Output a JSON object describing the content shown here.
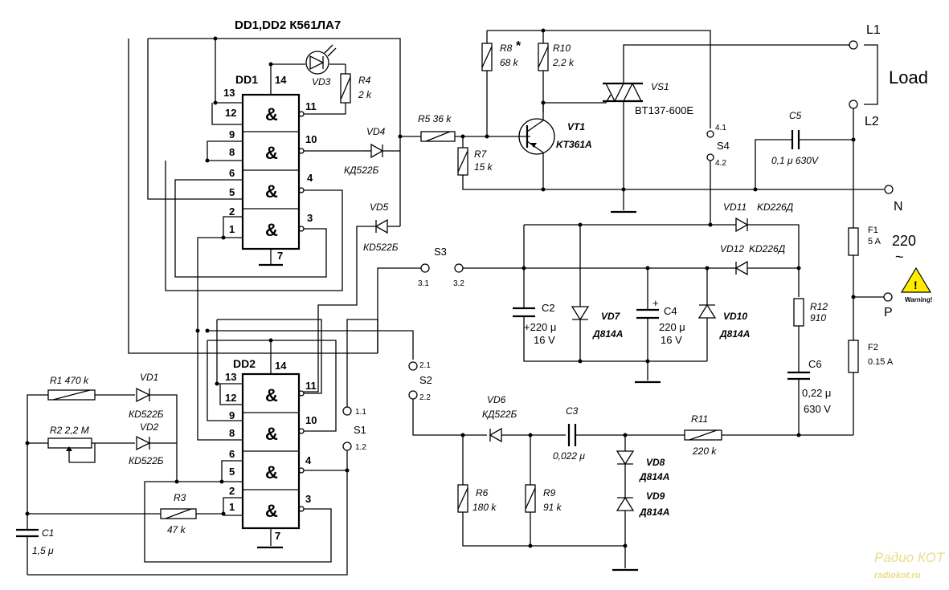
{
  "title": "DD1,DD2  К561ЛА7",
  "colors": {
    "ink": "#000000",
    "warning_fill": "#ffeb00",
    "watermark": "#e9dd8a"
  },
  "dd1": {
    "name": "DD1",
    "pins": [
      "13",
      "12",
      "9",
      "8",
      "6",
      "5",
      "2",
      "1",
      "11",
      "10",
      "4",
      "3",
      "14",
      "7"
    ],
    "gate_symbol": "&"
  },
  "dd2": {
    "name": "DD2",
    "pins": [
      "13",
      "12",
      "9",
      "8",
      "6",
      "5",
      "2",
      "1",
      "11",
      "10",
      "4",
      "3",
      "14",
      "7"
    ],
    "gate_symbol": "&"
  },
  "components": {
    "vd3": "VD3",
    "r4": "R4",
    "r4_val": "2 k",
    "vd4": "VD4",
    "vd4_type": "КД522Б",
    "vd5": "VD5",
    "vd5_type": "КD522Б",
    "r5": "R5  36 k",
    "r7": "R7",
    "r7_val": "15 k",
    "r8": "R8",
    "r8_mark": "*",
    "r8_val": "68 k",
    "r10": "R10",
    "r10_val": "2,2 k",
    "vt1": "VT1",
    "vt1_type": "KT361A",
    "vs1": "VS1",
    "vs1_type": "BT137-600E",
    "c5": "C5",
    "c5_val": "0,1 μ 630V",
    "s4": "S4",
    "s4_1": "4.1",
    "s4_2": "4.2",
    "vd11": "VD11",
    "vd11_type": "KD226Д",
    "vd12": "VD12",
    "vd12_type": "KD226Д",
    "s3": "S3",
    "s3_1": "3.1",
    "s3_2": "3.2",
    "c2": "C2",
    "c2_val": "+220 μ",
    "c2_v": "16 V",
    "vd7": "VD7",
    "vd7_type": "Д814А",
    "c4": "C4",
    "c4_plus": "+",
    "c4_val": "220 μ",
    "c4_v": "16 V",
    "vd10": "VD10",
    "vd10_type": "Д814А",
    "r12": "R12",
    "r12_val": "910",
    "c6": "C6",
    "c6_val": "0,22 μ",
    "c6_v": "630 V",
    "f1": "F1",
    "f1_val": "5 A",
    "f2": "F2",
    "f2_val": "0.15 A",
    "s2": "S2",
    "s2_1": "2.1",
    "s2_2": "2.2",
    "vd6": "VD6",
    "vd6_type": "КД522Б",
    "c3": "C3",
    "c3_val": "0,022 μ",
    "r11": "R11",
    "r11_val": "220 k",
    "vd8": "VD8",
    "vd8_type": "Д814А",
    "vd9": "VD9",
    "vd9_type": "Д814А",
    "r6": "R6",
    "r6_val": "180 k",
    "r9": "R9",
    "r9_val": "91 k",
    "r1": "R1  470 k",
    "vd1": "VD1",
    "vd1_type": "КD522Б",
    "r2": "R2  2,2 M",
    "vd2": "VD2",
    "vd2_type": "КD522Б",
    "r3": "R3",
    "r3_val": "47 k",
    "c1": "C1",
    "c1_val": "1,5 μ",
    "s1": "S1",
    "s1_1": "1.1",
    "s1_2": "1.2"
  },
  "terminals": {
    "l1": "L1",
    "l2": "L2",
    "n": "N",
    "p": "P",
    "load": "Load",
    "mains": "220",
    "mains_symbol": "~",
    "warning_mark": "!",
    "warning": "Warning!"
  },
  "watermark": {
    "brand": "Радио КОТ",
    "url": "radiokot.ru"
  }
}
